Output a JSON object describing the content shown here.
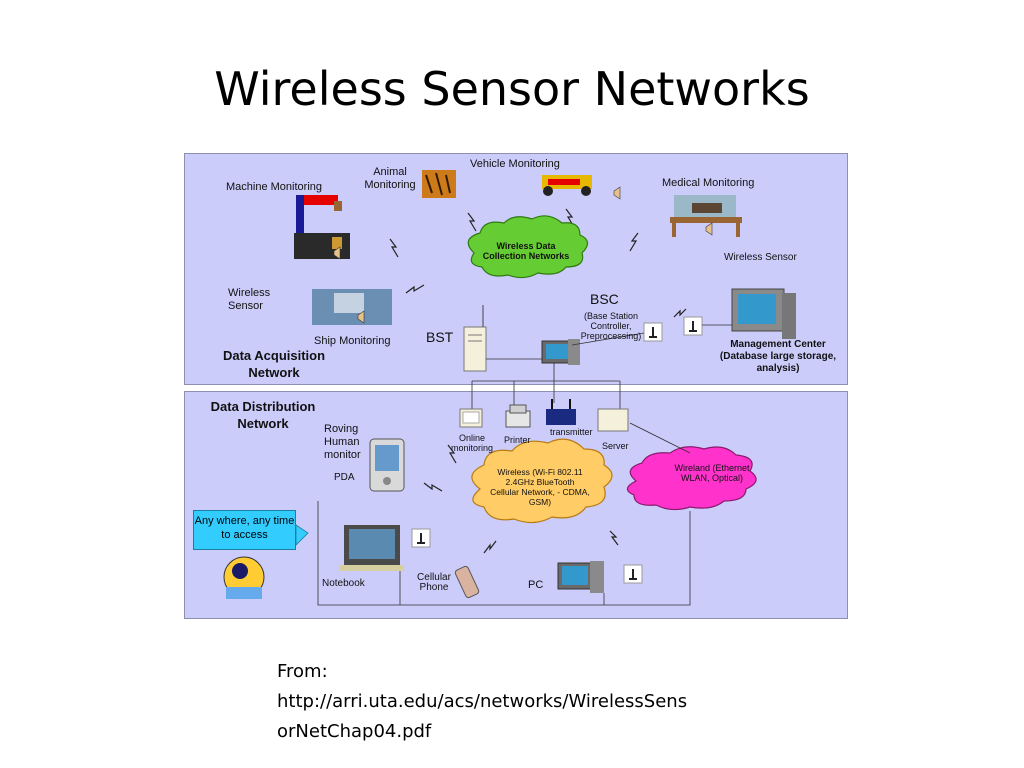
{
  "title": "Wireless Sensor Networks",
  "diagram": {
    "top_panel": {
      "heading": "Data Acquisition Network",
      "labels": {
        "machine_monitoring": "Machine Monitoring",
        "animal_monitoring": "Animal Monitoring",
        "vehicle_monitoring": "Vehicle Monitoring",
        "medical_monitoring": "Medical Monitoring",
        "wireless_sensor_left": "Wireless Sensor",
        "wireless_sensor_right": "Wireless Sensor",
        "ship_monitoring": "Ship Monitoring",
        "bst": "BST",
        "bsc": "BSC",
        "bsc_detail": "(Base Station Controller, Preprocessing)",
        "cloud": "Wireless Data Collection Networks",
        "management_center": "Management Center (Database large storage, analysis)"
      }
    },
    "bottom_panel": {
      "heading": "Data Distribution Network",
      "labels": {
        "online_monitoring": "Online monitoring",
        "printer": "Printer",
        "transmitter": "transmitter",
        "server": "Server",
        "roving_human_monitor": "Roving Human monitor",
        "pda": "PDA",
        "wireless_cloud": "Wireless (Wi-Fi 802.11 2.4GHz BlueTooth Cellular Network, - CDMA, GSM)",
        "wireland_cloud": "Wireland (Ethernet WLAN, Optical)",
        "anywhere": "Any where, any time to access",
        "notebook": "Notebook",
        "cellular_phone": "Cellular Phone",
        "pc": "PC"
      }
    },
    "colors": {
      "panel": "#ccccfb",
      "green_cloud": "#66cc33",
      "orange_cloud": "#ffcc66",
      "magenta_cloud": "#ff33cc",
      "callout": "#33ccff"
    }
  },
  "source": {
    "prefix": "From:",
    "url_line1": "http://arri.uta.edu/acs/networks/WirelessSens",
    "url_line2": "orNetChap04.pdf"
  }
}
